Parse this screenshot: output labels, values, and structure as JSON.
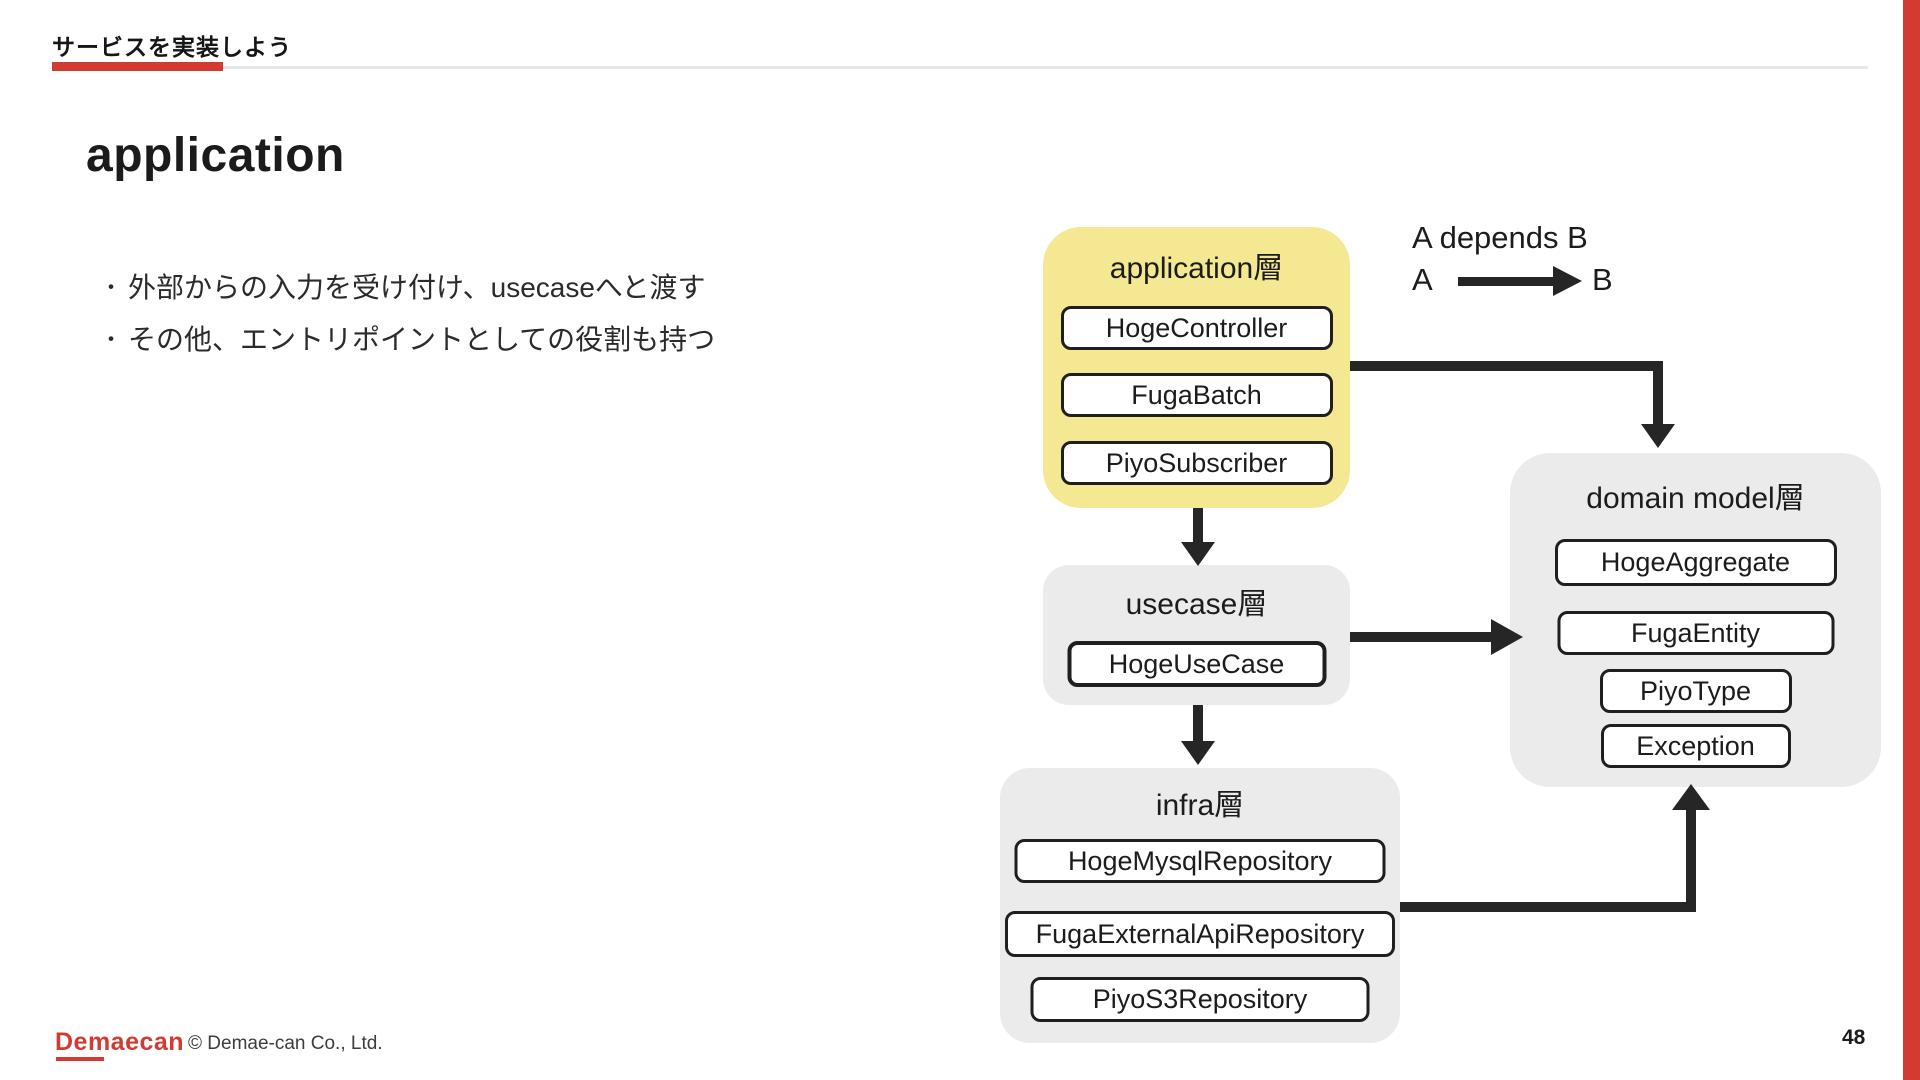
{
  "page": {
    "eyebrow": "サービスを実装しよう",
    "title": "application",
    "bullets": [
      {
        "marker": "・",
        "text": "外部からの入力を受け付け、usecaseへと渡す"
      },
      {
        "marker": "・",
        "text": "その他、エントリポイントとしての役割も持つ"
      }
    ]
  },
  "legend": {
    "caption": "A depends B",
    "from": "A",
    "to": "B"
  },
  "diagram": {
    "layers": [
      {
        "id": "application",
        "label": "application層",
        "components": [
          "HogeController",
          "FugaBatch",
          "PiyoSubscriber"
        ]
      },
      {
        "id": "usecase",
        "label": "usecase層",
        "components": [
          "HogeUseCase"
        ]
      },
      {
        "id": "infra",
        "label": "infra層",
        "components": [
          "HogeMysqlRepository",
          "FugaExternalApiRepository",
          "PiyoS3Repository"
        ]
      },
      {
        "id": "domain",
        "label": "domain model層",
        "components": [
          "HogeAggregate",
          "FugaEntity",
          "PiyoType",
          "Exception"
        ]
      }
    ],
    "arrows": [
      "application→usecase",
      "usecase→infra",
      "application→domain",
      "usecase→domain",
      "infra→domain"
    ]
  },
  "footer": {
    "logo": "Demaecan",
    "copyright": "© Demae-can Co., Ltd.",
    "page_number": "48"
  },
  "colors": {
    "accent_red": "#d23b31",
    "layer_yellow": "#f5e892",
    "layer_gray": "#ebebeb",
    "arrow_black": "#262626",
    "rule_gray": "#e7e7e7"
  }
}
